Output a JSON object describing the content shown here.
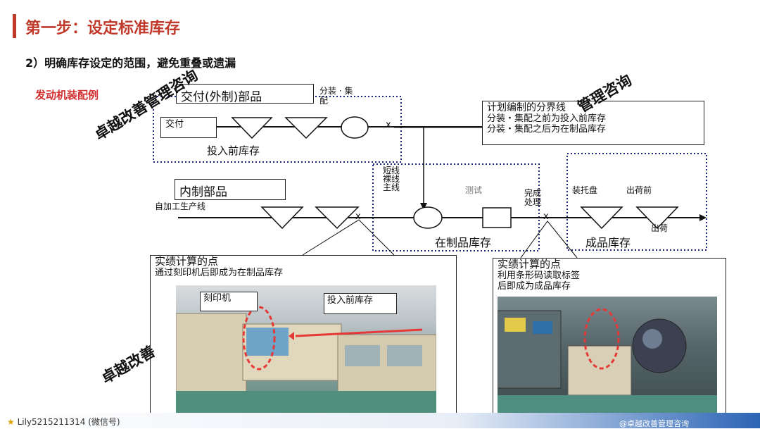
{
  "header": {
    "title": "第一步：设定标准库存",
    "subtitle": "2）明确库存设定的范围，避免重叠或遗漏",
    "example_label": "发动机装配例"
  },
  "diagram": {
    "outsourced_parts": "交付(外制)部品",
    "sub_assembly": "分装 · 集配",
    "delivery": "交付",
    "pre_input_stock": "投入前库存",
    "plan_boundary": {
      "title": "计划编制的分界线",
      "line1": "分装・集配之前为投入前库存",
      "line2": "分装・集配之后为在制品库存"
    },
    "internal_parts": "内制部品",
    "own_line": "自加工生产线",
    "short_line": "短线\n裸线\n主线",
    "test": "测试",
    "completion": "完成\n处理",
    "wip_stock": "在制品库存",
    "palletize": "装托盘",
    "pre_shipment": "出荷前",
    "shipment": "出荷",
    "finished_stock": "成品库存",
    "x_marks": [
      "x",
      "x",
      "x"
    ]
  },
  "callout_left": {
    "title": "实绩计算的点",
    "desc": "通过刻印机后即成为在制品库存",
    "label_engraver": "刻印机",
    "label_pre_input": "投入前库存"
  },
  "callout_right": {
    "title": "实绩计算的点",
    "desc1": "利用条形码读取标签",
    "desc2": "后即成为成品库存"
  },
  "watermarks": [
    "卓越改善管理咨询",
    "管理咨询",
    "卓越改善"
  ],
  "footer": {
    "left": "Lily5215211314 (微信号)",
    "right": "@卓越改善管理咨询"
  },
  "colors": {
    "accent": "#c0392b",
    "dotted_box": "#1a237e",
    "highlight": "#e53935"
  }
}
